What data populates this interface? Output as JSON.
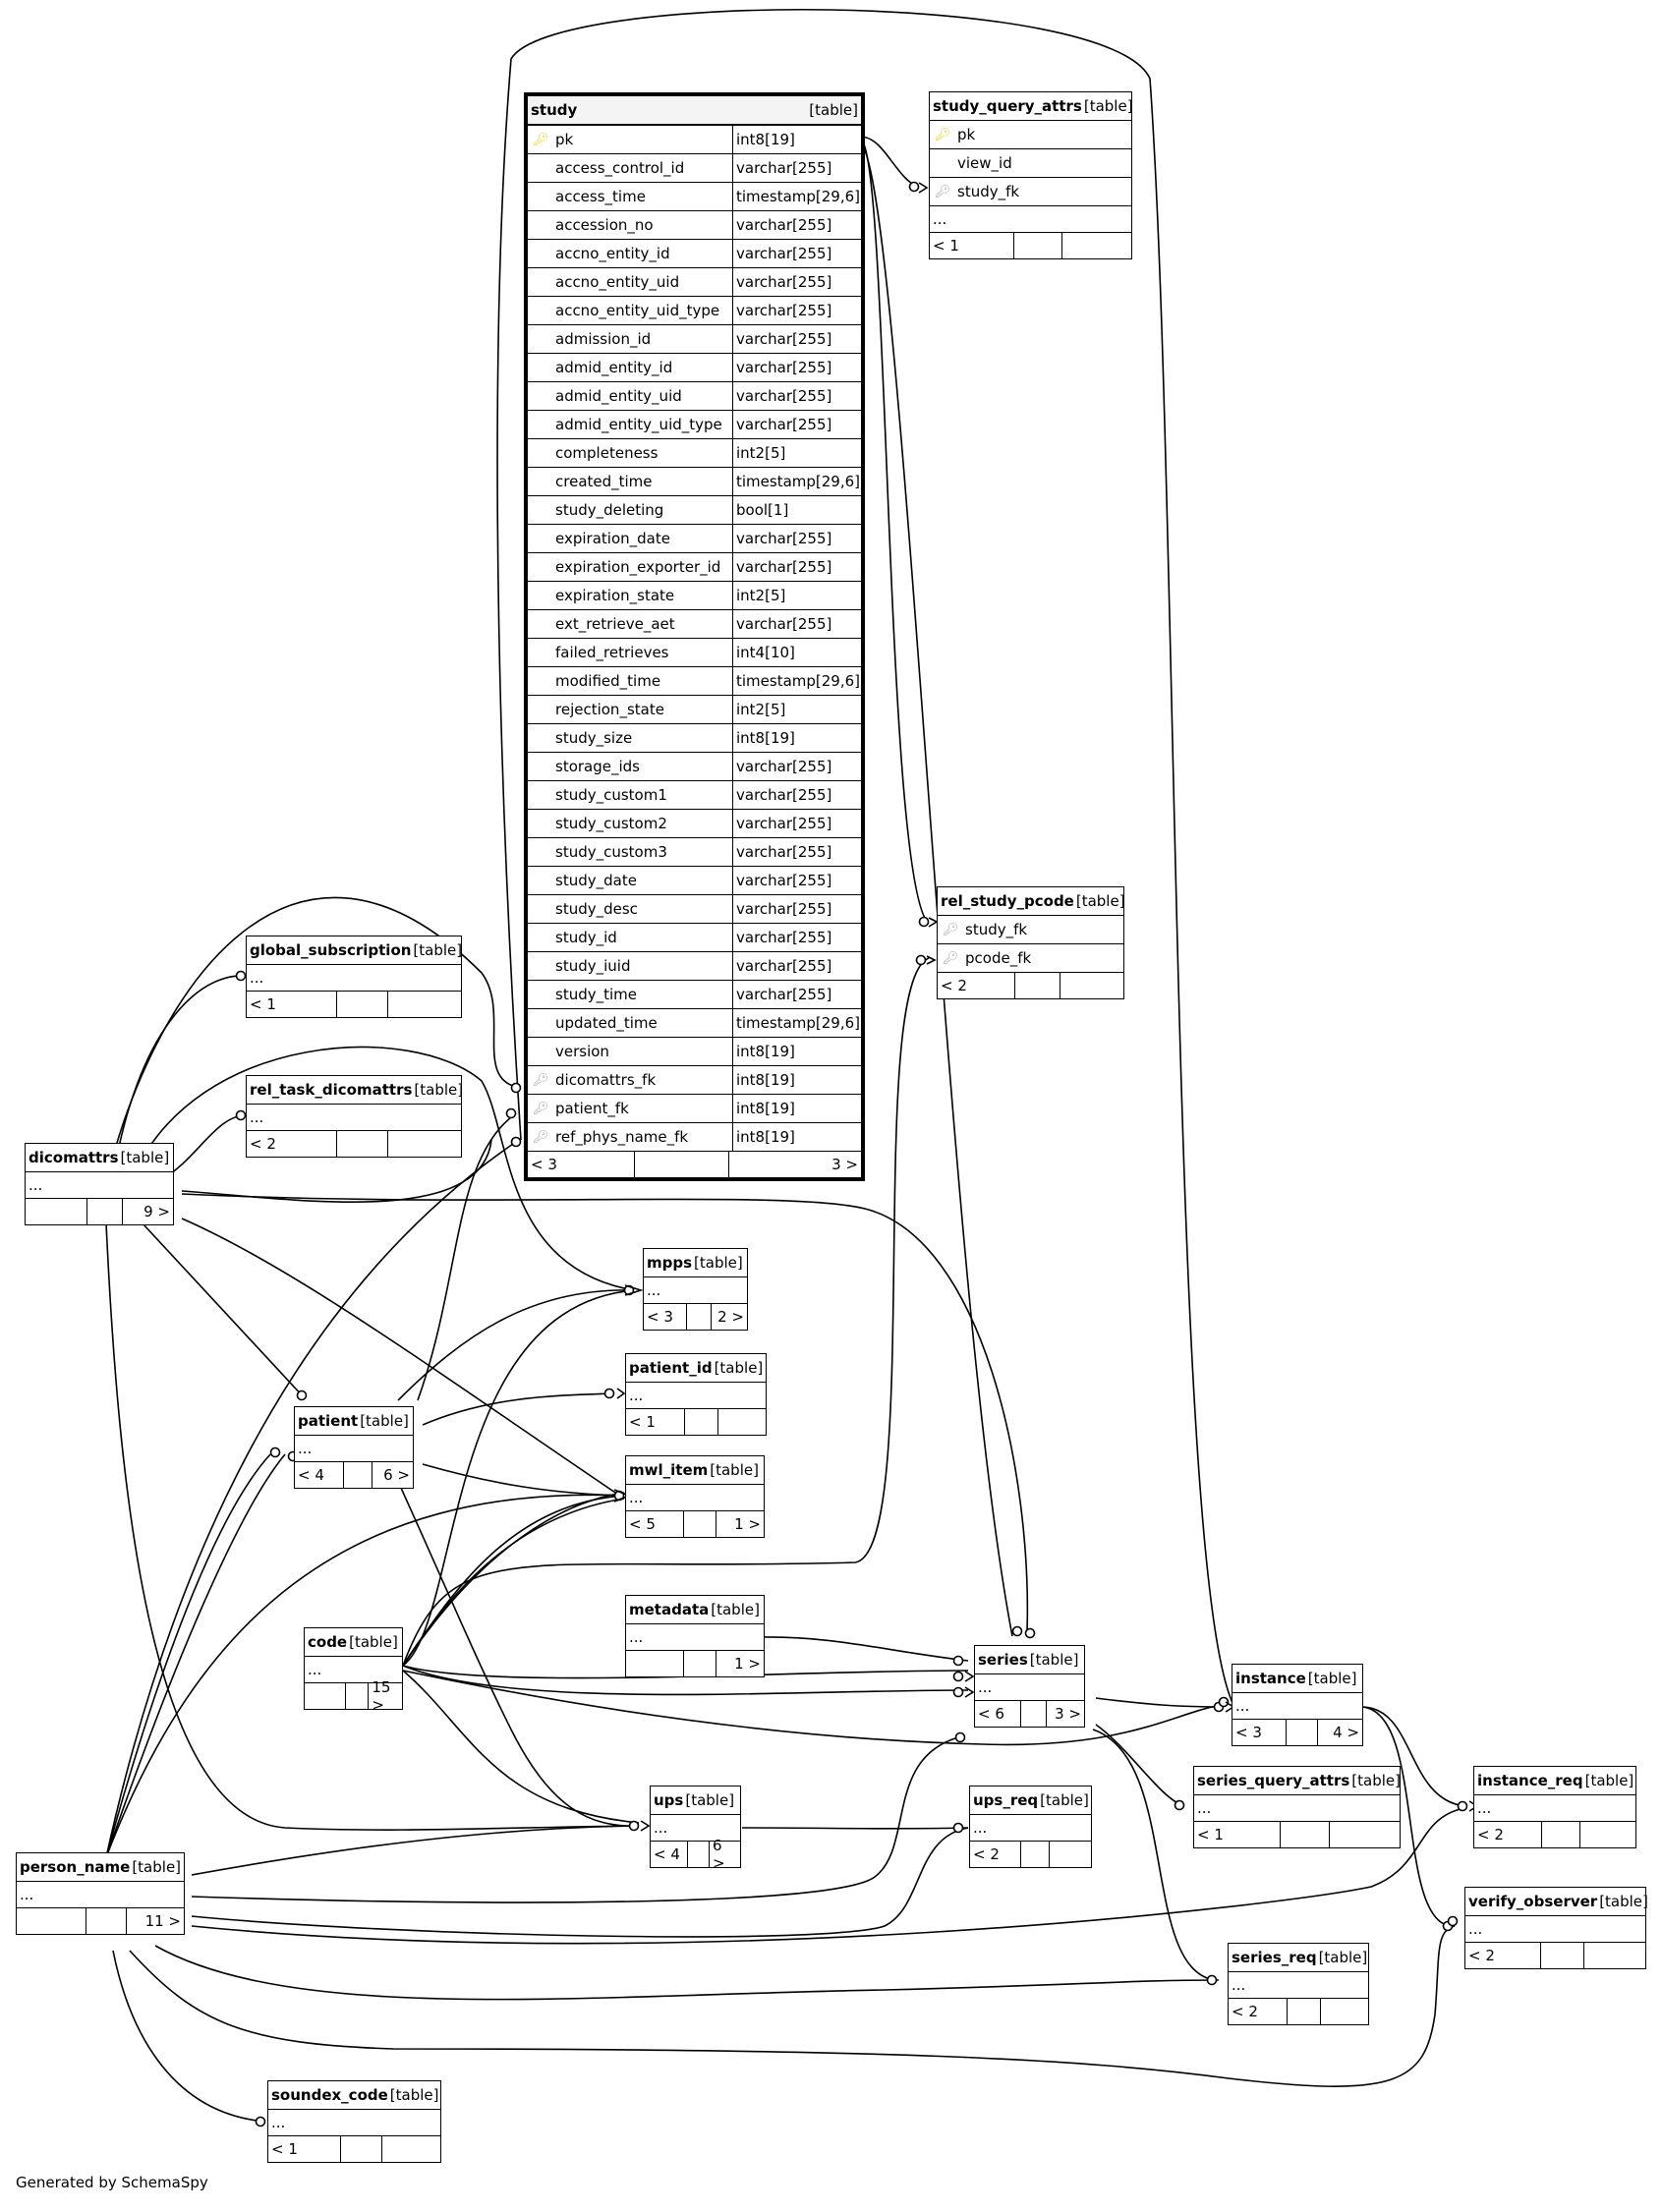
{
  "diagram": {
    "generator_text": "Generated by SchemaSpy",
    "table_kind_label": "[table]",
    "ellipsis": "...",
    "icons": {
      "primary_key": "key-icon",
      "foreign_key": "key-icon"
    },
    "key_colors": {
      "primary": "#e6d41a",
      "foreign": "#aaaaaa"
    }
  },
  "study": {
    "name": "study",
    "kind": "[table]",
    "columns": [
      {
        "name": "pk",
        "type": "int8[19]",
        "key": "pk"
      },
      {
        "name": "access_control_id",
        "type": "varchar[255]",
        "key": ""
      },
      {
        "name": "access_time",
        "type": "timestamp[29,6]",
        "key": ""
      },
      {
        "name": "accession_no",
        "type": "varchar[255]",
        "key": ""
      },
      {
        "name": "accno_entity_id",
        "type": "varchar[255]",
        "key": ""
      },
      {
        "name": "accno_entity_uid",
        "type": "varchar[255]",
        "key": ""
      },
      {
        "name": "accno_entity_uid_type",
        "type": "varchar[255]",
        "key": ""
      },
      {
        "name": "admission_id",
        "type": "varchar[255]",
        "key": ""
      },
      {
        "name": "admid_entity_id",
        "type": "varchar[255]",
        "key": ""
      },
      {
        "name": "admid_entity_uid",
        "type": "varchar[255]",
        "key": ""
      },
      {
        "name": "admid_entity_uid_type",
        "type": "varchar[255]",
        "key": ""
      },
      {
        "name": "completeness",
        "type": "int2[5]",
        "key": ""
      },
      {
        "name": "created_time",
        "type": "timestamp[29,6]",
        "key": ""
      },
      {
        "name": "study_deleting",
        "type": "bool[1]",
        "key": ""
      },
      {
        "name": "expiration_date",
        "type": "varchar[255]",
        "key": ""
      },
      {
        "name": "expiration_exporter_id",
        "type": "varchar[255]",
        "key": ""
      },
      {
        "name": "expiration_state",
        "type": "int2[5]",
        "key": ""
      },
      {
        "name": "ext_retrieve_aet",
        "type": "varchar[255]",
        "key": ""
      },
      {
        "name": "failed_retrieves",
        "type": "int4[10]",
        "key": ""
      },
      {
        "name": "modified_time",
        "type": "timestamp[29,6]",
        "key": ""
      },
      {
        "name": "rejection_state",
        "type": "int2[5]",
        "key": ""
      },
      {
        "name": "study_size",
        "type": "int8[19]",
        "key": ""
      },
      {
        "name": "storage_ids",
        "type": "varchar[255]",
        "key": ""
      },
      {
        "name": "study_custom1",
        "type": "varchar[255]",
        "key": ""
      },
      {
        "name": "study_custom2",
        "type": "varchar[255]",
        "key": ""
      },
      {
        "name": "study_custom3",
        "type": "varchar[255]",
        "key": ""
      },
      {
        "name": "study_date",
        "type": "varchar[255]",
        "key": ""
      },
      {
        "name": "study_desc",
        "type": "varchar[255]",
        "key": ""
      },
      {
        "name": "study_id",
        "type": "varchar[255]",
        "key": ""
      },
      {
        "name": "study_iuid",
        "type": "varchar[255]",
        "key": ""
      },
      {
        "name": "study_time",
        "type": "varchar[255]",
        "key": ""
      },
      {
        "name": "updated_time",
        "type": "timestamp[29,6]",
        "key": ""
      },
      {
        "name": "version",
        "type": "int8[19]",
        "key": ""
      },
      {
        "name": "dicomattrs_fk",
        "type": "int8[19]",
        "key": "fk"
      },
      {
        "name": "patient_fk",
        "type": "int8[19]",
        "key": "fk"
      },
      {
        "name": "ref_phys_name_fk",
        "type": "int8[19]",
        "key": "fk"
      }
    ],
    "foot": {
      "left": "< 3",
      "mid": "",
      "right": "3 >"
    }
  },
  "tables": {
    "study_query_attrs": {
      "name": "study_query_attrs",
      "kind": "[table]",
      "columns": [
        {
          "name": "pk",
          "key": "pk"
        },
        {
          "name": "view_id",
          "key": ""
        },
        {
          "name": "study_fk",
          "key": "fk"
        }
      ],
      "ellipsis": "...",
      "foot": {
        "left": "< 1",
        "mid": "",
        "right": ""
      }
    },
    "rel_study_pcode": {
      "name": "rel_study_pcode",
      "kind": "[table]",
      "columns": [
        {
          "name": "study_fk",
          "key": "fk"
        },
        {
          "name": "pcode_fk",
          "key": "fk"
        }
      ],
      "foot": {
        "left": "< 2",
        "mid": "",
        "right": ""
      }
    },
    "global_subscription": {
      "name": "global_subscription",
      "kind": "[table]",
      "ellipsis": "...",
      "foot": {
        "left": "< 1",
        "mid": "",
        "right": ""
      }
    },
    "rel_task_dicomattrs": {
      "name": "rel_task_dicomattrs",
      "kind": "[table]",
      "ellipsis": "...",
      "foot": {
        "left": "< 2",
        "mid": "",
        "right": ""
      }
    },
    "dicomattrs": {
      "name": "dicomattrs",
      "kind": "[table]",
      "ellipsis": "...",
      "foot": {
        "left": "",
        "mid": "",
        "right": "9 >"
      }
    },
    "mpps": {
      "name": "mpps",
      "kind": "[table]",
      "ellipsis": "...",
      "foot": {
        "left": "< 3",
        "mid": "",
        "right": "2 >"
      }
    },
    "patient_id": {
      "name": "patient_id",
      "kind": "[table]",
      "ellipsis": "...",
      "foot": {
        "left": "< 1",
        "mid": "",
        "right": ""
      }
    },
    "patient": {
      "name": "patient",
      "kind": "[table]",
      "ellipsis": "...",
      "foot": {
        "left": "< 4",
        "mid": "",
        "right": "6 >"
      }
    },
    "mwl_item": {
      "name": "mwl_item",
      "kind": "[table]",
      "ellipsis": "...",
      "foot": {
        "left": "< 5",
        "mid": "",
        "right": "1 >"
      }
    },
    "metadata": {
      "name": "metadata",
      "kind": "[table]",
      "ellipsis": "...",
      "foot": {
        "left": "",
        "mid": "",
        "right": "1 >"
      }
    },
    "code": {
      "name": "code",
      "kind": "[table]",
      "ellipsis": "...",
      "foot": {
        "left": "",
        "mid": "",
        "right": "15 >"
      }
    },
    "series": {
      "name": "series",
      "kind": "[table]",
      "ellipsis": "...",
      "foot": {
        "left": "< 6",
        "mid": "",
        "right": "3 >"
      }
    },
    "instance": {
      "name": "instance",
      "kind": "[table]",
      "ellipsis": "...",
      "foot": {
        "left": "< 3",
        "mid": "",
        "right": "4 >"
      }
    },
    "series_query_attrs": {
      "name": "series_query_attrs",
      "kind": "[table]",
      "ellipsis": "...",
      "foot": {
        "left": "< 1",
        "mid": "",
        "right": ""
      }
    },
    "instance_req": {
      "name": "instance_req",
      "kind": "[table]",
      "ellipsis": "...",
      "foot": {
        "left": "< 2",
        "mid": "",
        "right": ""
      }
    },
    "ups": {
      "name": "ups",
      "kind": "[table]",
      "ellipsis": "...",
      "foot": {
        "left": "< 4",
        "mid": "",
        "right": "6 >"
      }
    },
    "ups_req": {
      "name": "ups_req",
      "kind": "[table]",
      "ellipsis": "...",
      "foot": {
        "left": "< 2",
        "mid": "",
        "right": ""
      }
    },
    "verify_observer": {
      "name": "verify_observer",
      "kind": "[table]",
      "ellipsis": "...",
      "foot": {
        "left": "< 2",
        "mid": "",
        "right": ""
      }
    },
    "series_req": {
      "name": "series_req",
      "kind": "[table]",
      "ellipsis": "...",
      "foot": {
        "left": "< 2",
        "mid": "",
        "right": ""
      }
    },
    "person_name": {
      "name": "person_name",
      "kind": "[table]",
      "ellipsis": "...",
      "foot": {
        "left": "",
        "mid": "",
        "right": "11 >"
      }
    },
    "soundex_code": {
      "name": "soundex_code",
      "kind": "[table]",
      "ellipsis": "...",
      "foot": {
        "left": "< 1",
        "mid": "",
        "right": ""
      }
    }
  }
}
